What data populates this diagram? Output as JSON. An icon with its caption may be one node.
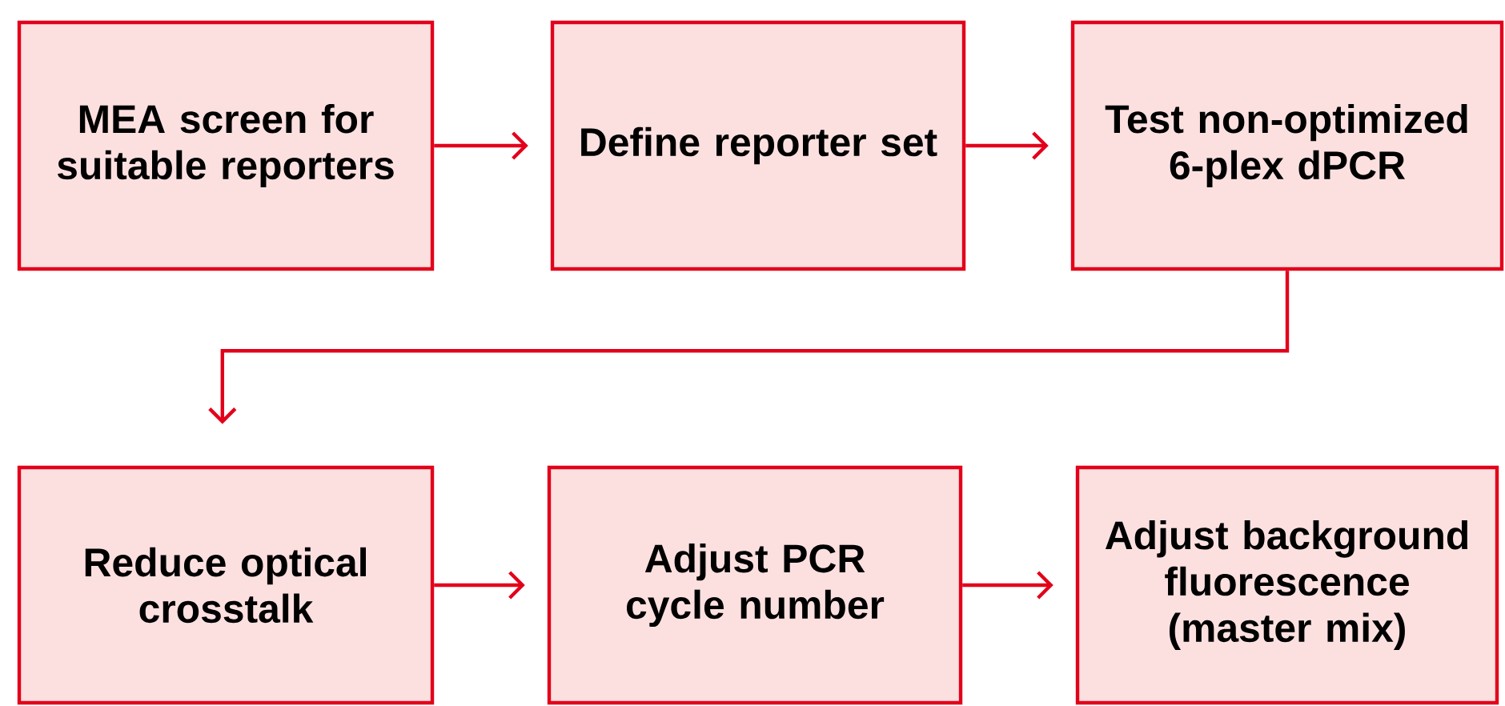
{
  "diagram": {
    "nodes": [
      {
        "text": [
          "MEA screen for suitable reporters"
        ]
      },
      {
        "text": [
          "Define reporter set"
        ]
      },
      {
        "text": [
          "Test non-optimized 6-plex dPCR"
        ]
      },
      {
        "text": [
          "Reduce optical crosstalk"
        ]
      },
      {
        "text": [
          "Adjust PCR cycle number"
        ]
      },
      {
        "text": [
          "Adjust background fluorescence (master mix)"
        ]
      }
    ],
    "edges": [
      {
        "from": 0,
        "to": 1,
        "arrow": "to"
      },
      {
        "from": 1,
        "to": 2,
        "arrow": "to"
      },
      {
        "from": 2,
        "to": 3,
        "arrow": "to"
      },
      {
        "from": 3,
        "to": 4,
        "arrow": "to"
      },
      {
        "from": 4,
        "to": 5,
        "arrow": "to"
      }
    ]
  }
}
